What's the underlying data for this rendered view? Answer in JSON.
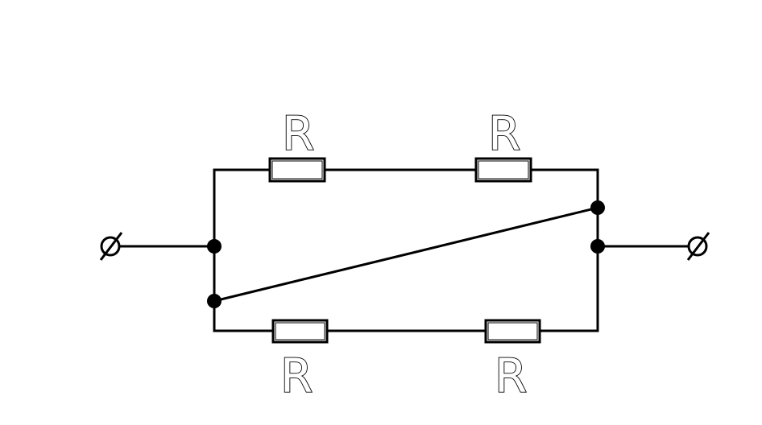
{
  "diagram": {
    "labels": {
      "top_left_resistor": "R",
      "top_right_resistor": "R",
      "bottom_left_resistor": "R",
      "bottom_right_resistor": "R"
    },
    "colors": {
      "line": "#000000",
      "background": "#ffffff"
    },
    "icons": {
      "terminal": "circle-slash-terminal",
      "junction": "filled-dot-node"
    }
  }
}
